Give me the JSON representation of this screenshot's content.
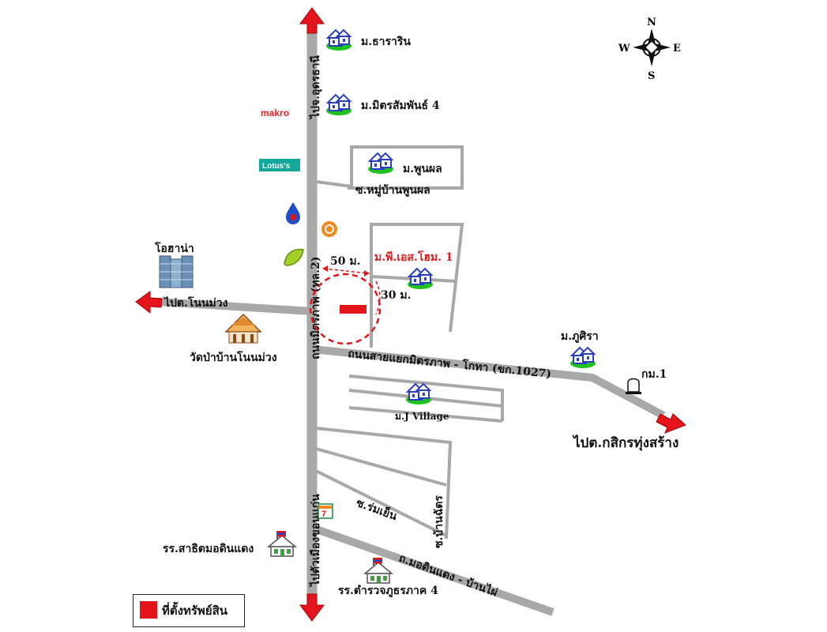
{
  "roads": {
    "mittraphap": "ถนนมิตรภาพ (ทล.2)",
    "to_udon": "ไปจ.อุดรธานี",
    "to_khonkaen": "ไปตัวเมืองขอนแก่น",
    "sai_yaek": "ถนนสายแยกมิตรภาพ - โกทา (ขก.1027)",
    "to_non_muang": "ไปต.โนนม่วง",
    "to_kasikorn": "ไปต.กสิกรทุ่งสร้าง",
    "soi_phoon_phon": "ซ.หมู่บ้านพูนผล",
    "soi_rom_yen": "ซ.ร่มเย็น",
    "soi_ban_chat": "ซ.บ้านฉัตร",
    "modin_daeng": "ถ.มอดินแดง - บ้านไผ่"
  },
  "places": {
    "tharin": "ม.ธาราริน",
    "mit_samphan": "ม.มิตรสัมพันธ์ 4",
    "phoon_phon": "ม.พูนผล",
    "ps_home": "ม.พี.เอส.โฮม. 1",
    "phu_sira": "ม.ภูศิรา",
    "j_village": "ม.J Village",
    "ohana": "โอฮาน่า",
    "wat": "วัดป่าบ้านโนนม่วง",
    "km1": "กม.1",
    "school_satit": "รร.สาธิตมอดินแดง",
    "school_police": "รร.ตำรวจภูธรภาค 4",
    "makro": "makro",
    "lotus": "Lotus's"
  },
  "distances": {
    "d50": "50 ม.",
    "d30": "30 ม."
  },
  "compass": {
    "n": "N",
    "s": "S",
    "e": "E",
    "w": "W"
  },
  "legend": {
    "label": "ที่ตั้งทรัพย์สิน"
  },
  "colors": {
    "road": "#a8a8a8",
    "arrow": "#e3141c",
    "property": "#e3141c",
    "house": "#2a3fbf",
    "lawn": "#1fc21f",
    "makro": "#e8202a",
    "lotus": "#14a89a"
  },
  "icons": [
    "house-icon",
    "building-icon",
    "temple-icon",
    "school-icon",
    "gas-station-icon",
    "seven-eleven-icon",
    "km-marker-icon",
    "compass-icon"
  ]
}
